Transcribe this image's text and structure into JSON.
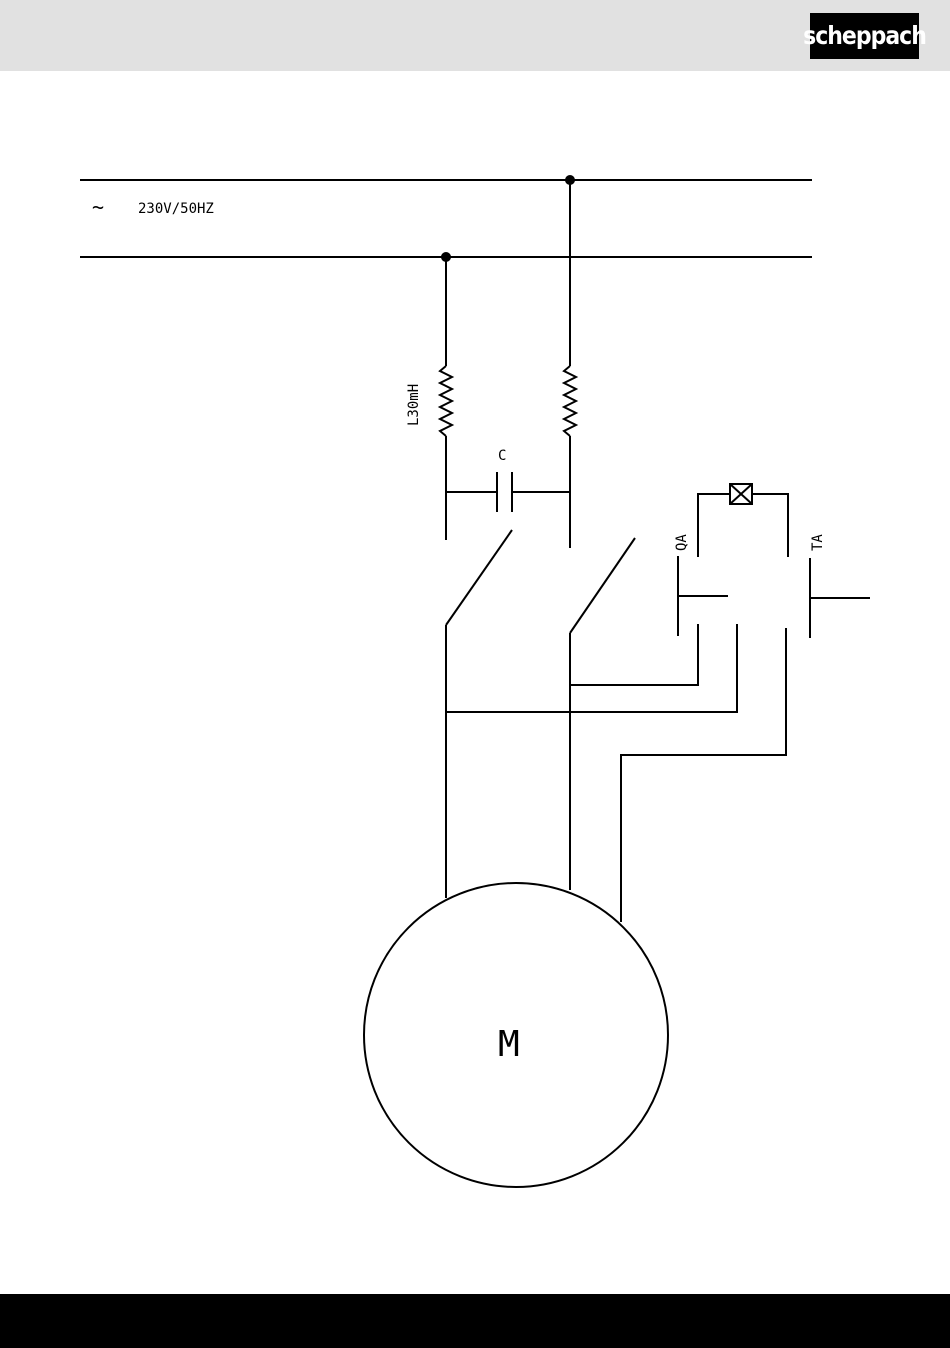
{
  "header": {
    "brand": "scheppach"
  },
  "diagram": {
    "supply_symbol": "~",
    "supply_label": "230V/50HZ",
    "inductor_label": "L30mH",
    "capacitor_label": "C",
    "switch_left_label": "QA",
    "switch_right_label": "TA",
    "motor_label": "M"
  }
}
